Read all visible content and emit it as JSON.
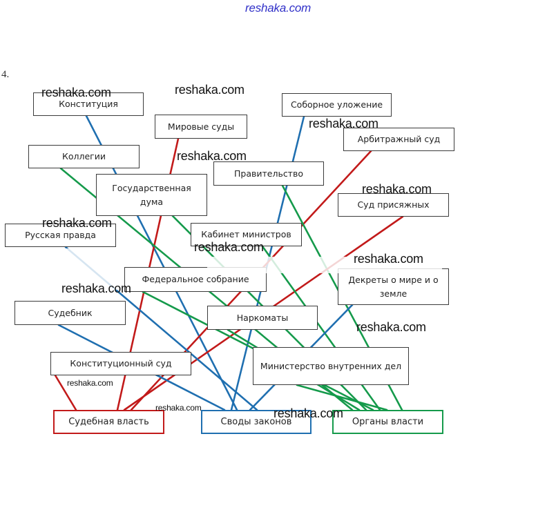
{
  "header": {
    "site": "reshaka.com",
    "question_number": "4."
  },
  "colors": {
    "court": "#c21a1a",
    "law": "#1f6fb0",
    "gov": "#159a4b"
  },
  "categories": {
    "court": "Судебная власть",
    "law": "Своды законов",
    "gov": "Органы власти"
  },
  "items": {
    "konstitutsiya": "Конституция",
    "mirovye_sudy": "Мировые суды",
    "sobornoe_ulozhenie": "Соборное уложение",
    "arbitrazhnyy_sud": "Арбитражный суд",
    "kollegii": "Коллегии",
    "pravitelstvo": "Правительство",
    "gosduma": "Государственная дума",
    "sud_prisyazhnykh": "Суд присяжных",
    "russkaya_pravda": "Русская правда",
    "kabinet_ministrov": "Кабинет министров",
    "federalnoe_sobranie": "Федеральное собрание",
    "dekrety": "Декреты о мире и о земле",
    "sudebnik": "Судебник",
    "narkomaty": "Наркоматы",
    "konstitutsionnyy_sud": "Конституционный суд",
    "mvd": "Министерство внутренних дел"
  },
  "connections": [
    {
      "from": "konstitutsiya",
      "to": "law",
      "color": "law"
    },
    {
      "from": "mirovye_sudy",
      "to": "court",
      "color": "court"
    },
    {
      "from": "sobornoe_ulozhenie",
      "to": "law",
      "color": "law"
    },
    {
      "from": "arbitrazhnyy_sud",
      "to": "court",
      "color": "court"
    },
    {
      "from": "kollegii",
      "to": "gov",
      "color": "gov"
    },
    {
      "from": "pravitelstvo",
      "to": "gov",
      "color": "gov"
    },
    {
      "from": "gosduma",
      "to": "gov",
      "color": "gov"
    },
    {
      "from": "sud_prisyazhnykh",
      "to": "court",
      "color": "court"
    },
    {
      "from": "russkaya_pravda",
      "to": "law",
      "color": "law"
    },
    {
      "from": "kabinet_ministrov",
      "to": "gov",
      "color": "gov"
    },
    {
      "from": "federalnoe_sobranie",
      "to": "gov",
      "color": "gov"
    },
    {
      "from": "dekrety",
      "to": "law",
      "color": "law"
    },
    {
      "from": "sudebnik",
      "to": "law",
      "color": "law"
    },
    {
      "from": "narkomaty",
      "to": "gov",
      "color": "gov"
    },
    {
      "from": "konstitutsionnyy_sud",
      "to": "court",
      "color": "court"
    },
    {
      "from": "mvd",
      "to": "gov",
      "color": "gov"
    }
  ]
}
